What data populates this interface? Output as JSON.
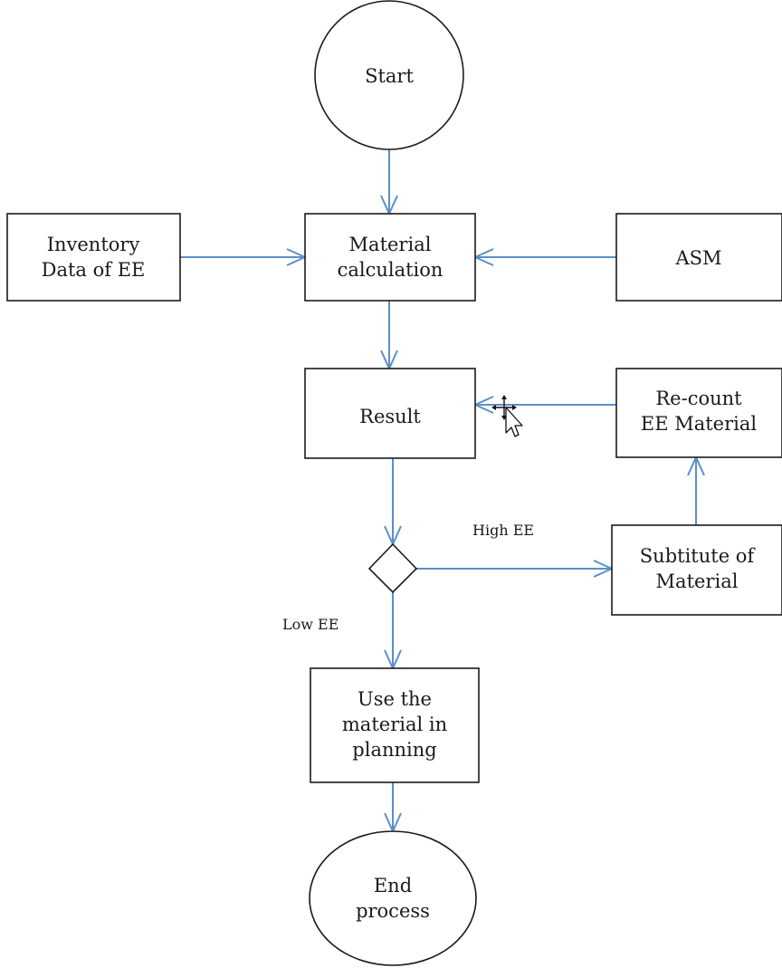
{
  "nodes": {
    "start": {
      "label": [
        "Start"
      ]
    },
    "inventory": {
      "label": [
        "Inventory",
        "Data of EE"
      ]
    },
    "material_calc": {
      "label": [
        "Material",
        "calculation"
      ]
    },
    "asm": {
      "label": [
        "ASM"
      ]
    },
    "result": {
      "label": [
        "Result"
      ]
    },
    "recount": {
      "label": [
        "Re-count",
        "EE Material"
      ]
    },
    "substitute": {
      "label": [
        "Subtitute of",
        "Material"
      ]
    },
    "use_material": {
      "label": [
        "Use the",
        "material in",
        "planning"
      ]
    },
    "end": {
      "label": [
        "End",
        "process"
      ]
    }
  },
  "edge_labels": {
    "high": "High EE",
    "low": "Low EE"
  },
  "colors": {
    "arrow": "#5b8fc7",
    "stroke": "#1a1a1a",
    "fill": "#ffffff"
  },
  "cursor": {
    "icon": "move-cursor-icon"
  }
}
